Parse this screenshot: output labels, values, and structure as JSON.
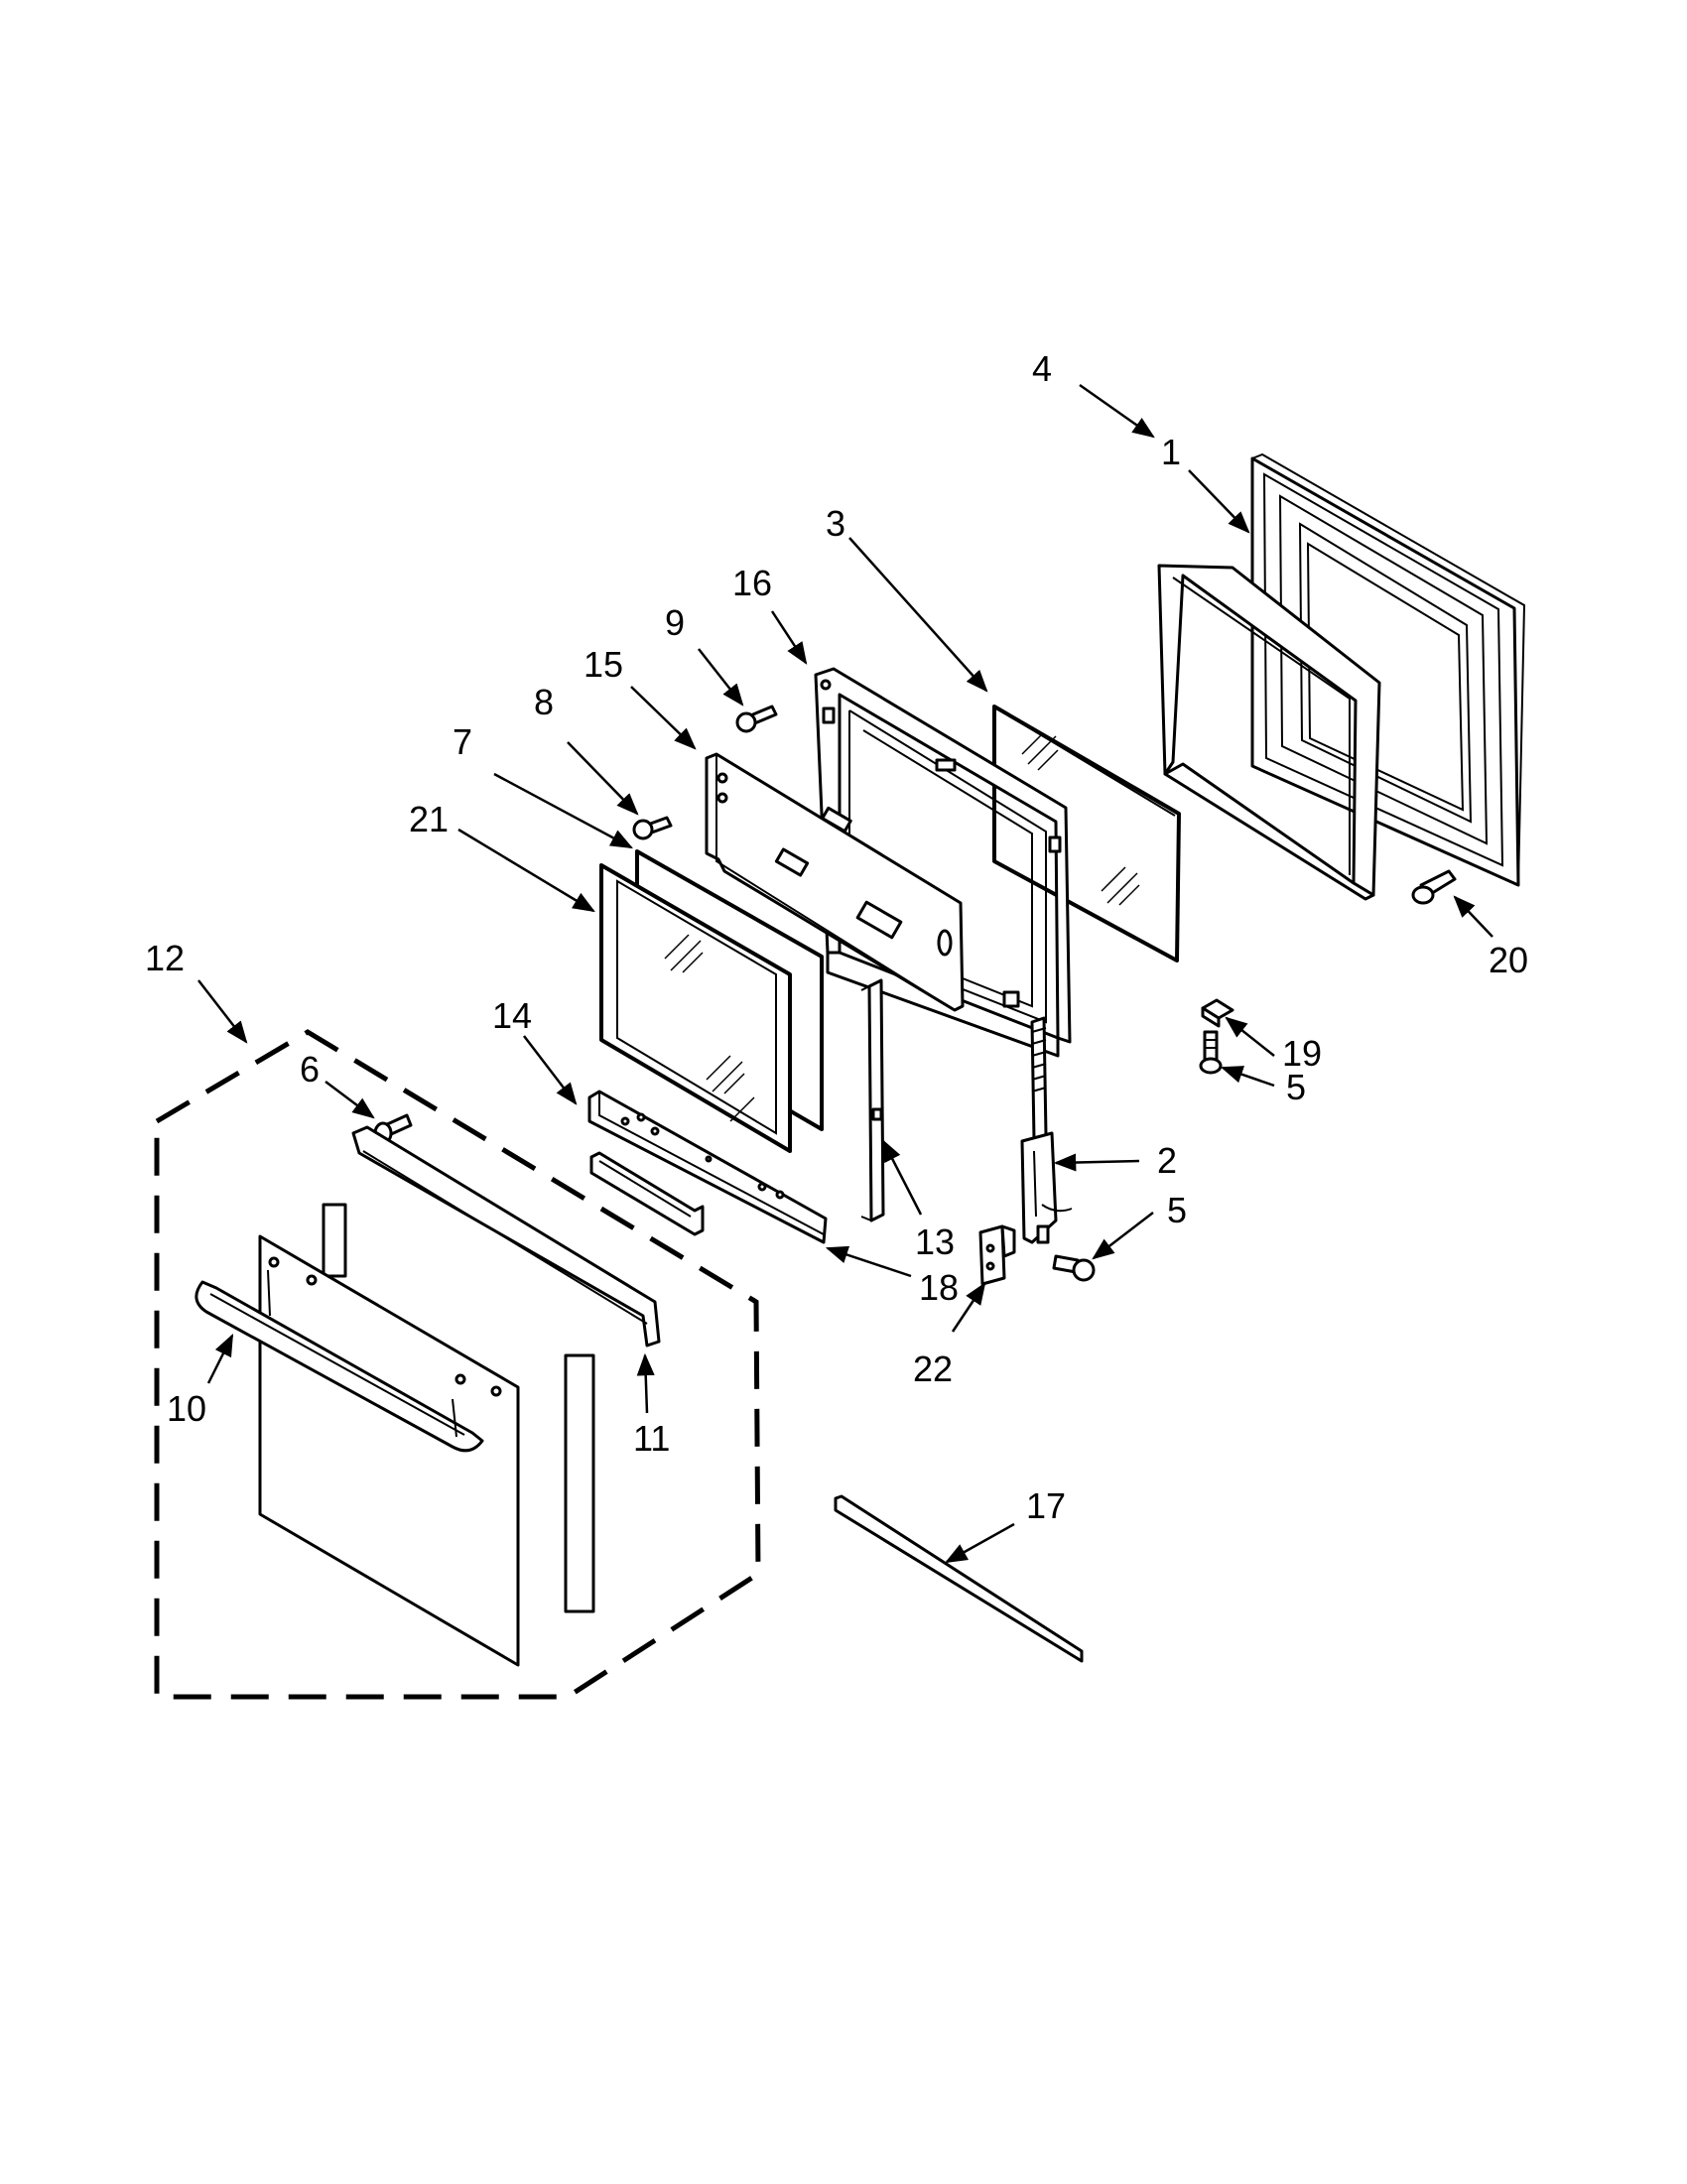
{
  "callouts": [
    "1",
    "2",
    "3",
    "4",
    "5",
    "5",
    "6",
    "7",
    "8",
    "9",
    "10",
    "11",
    "12",
    "13",
    "14",
    "15",
    "16",
    "17",
    "18",
    "19",
    "20",
    "21",
    "22"
  ],
  "colors": {
    "line": "#000000",
    "background": "#ffffff"
  }
}
